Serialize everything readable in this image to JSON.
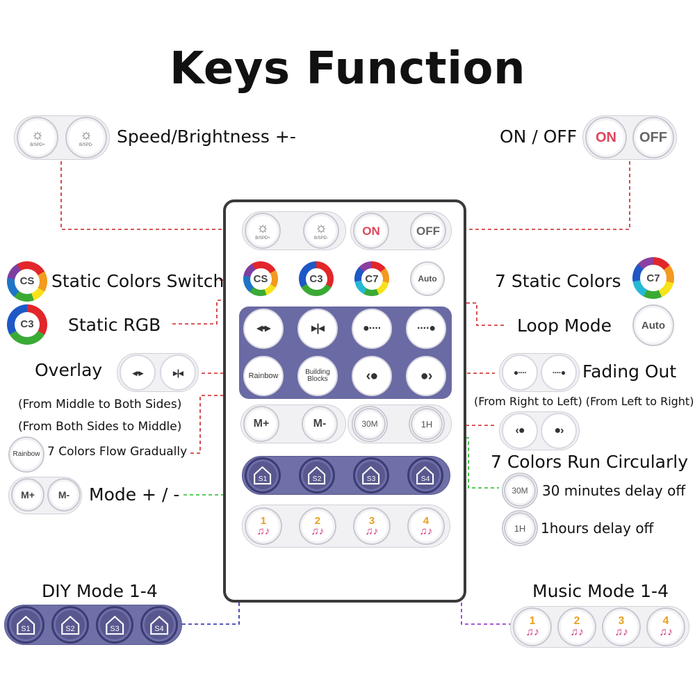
{
  "title": "Keys Function",
  "labels": {
    "speed_brightness": "Speed/Brightness +-",
    "on_off": "ON / OFF",
    "static_colors_switch": "Static Colors Switch",
    "static_rgb": "Static RGB",
    "seven_static_colors": "7 Static Colors",
    "loop_mode": "Loop Mode",
    "overlay": "Overlay",
    "overlay_desc_1": "(From Middle to Both Sides)",
    "overlay_desc_2": "(From Both Sides to  Middle)",
    "flow_gradually": "7 Colors Flow Gradually",
    "fading_out": "Fading Out",
    "fading_desc": "(From Right to Left) (From Left to Right)(",
    "run_circularly": "7 Colors Run Circularly",
    "mode_plus_minus": "Mode + / -",
    "delay_30": "30 minutes delay off",
    "delay_1h": "1hours delay off",
    "diy_mode": "DIY Mode 1-4",
    "music_mode": "Music Mode 1-4"
  },
  "buttons": {
    "bright_sub_up": "B/SPD+",
    "bright_sub_down": "B/SPD-",
    "on": "ON",
    "off": "OFF",
    "cs": "CS",
    "c3": "C3",
    "c7": "C7",
    "auto": "Auto",
    "rainbow": "Rainbow",
    "building_blocks": "Building Blocks",
    "m_plus": "M+",
    "m_minus": "M-",
    "timer_30": "30M",
    "timer_1h": "1H",
    "diy": [
      "S1",
      "S2",
      "S3",
      "S4"
    ],
    "music": [
      "1",
      "2",
      "3",
      "4"
    ]
  },
  "colors": {
    "panel": "#6a6aa4",
    "navy_button": "#58588f",
    "red_line": "#cc2222",
    "green_line": "#22bb22",
    "blue_line": "#2222aa",
    "purple_line": "#8822cc"
  }
}
